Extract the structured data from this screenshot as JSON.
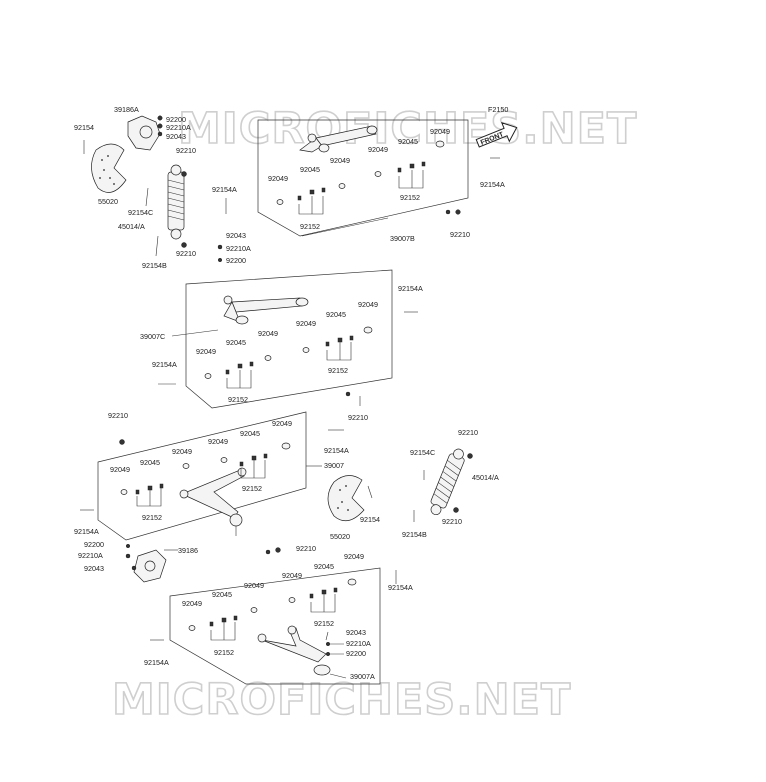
{
  "watermark": "MICROFICHES.NET",
  "figure_code": "F2150",
  "front_label": "FRONT",
  "labels": {
    "p39186A": "39186A",
    "p92200_a": "92200",
    "p92210A_a": "92210A",
    "p92043_a": "92043",
    "p92154_a": "92154",
    "p92210_a": "92210",
    "p55020_a": "55020",
    "p92154C_a": "92154C",
    "p45014A_a": "45014/A",
    "p92154B_a": "92154B",
    "p92210_b": "92210",
    "p92154A_a": "92154A",
    "p92043_b": "92043",
    "p92210A_b": "92210A",
    "p92200_b": "92200",
    "p92049_b1": "92049",
    "p92049_b2": "92049",
    "p92049_b3": "92049",
    "p92049_b4": "92049",
    "p92045_b1": "92045",
    "p92045_b2": "92045",
    "p92152_b1": "92152",
    "p92152_b2": "92152",
    "p39007B": "39007B",
    "p92210_c": "92210",
    "p92154A_b": "92154A",
    "p92154A_c": "92154A",
    "p39007C": "39007C",
    "p92049_c1": "92049",
    "p92049_c2": "92049",
    "p92049_c3": "92049",
    "p92049_c4": "92049",
    "p92045_c1": "92045",
    "p92045_c2": "92045",
    "p92152_c1": "92152",
    "p92152_c2": "92152",
    "p92154A_d": "92154A",
    "p92210_d": "92210",
    "p92210_e": "92210",
    "p92154A_e": "92154A",
    "p39007": "39007",
    "p92049_d1": "92049",
    "p92049_d2": "92049",
    "p92049_d3": "92049",
    "p92049_d4": "92049",
    "p92045_d1": "92045",
    "p92045_d2": "92045",
    "p92152_d1": "92152",
    "p92152_d2": "92152",
    "p92154A_f": "92154A",
    "p92200_c": "92200",
    "p92210A_c": "92210A",
    "p92043_c": "92043",
    "p39186": "39186",
    "p55020_b": "55020",
    "p92154_b": "92154",
    "p92154C_b": "92154C",
    "p92210_f": "92210",
    "p45014A_b": "45014/A",
    "p92154B_b": "92154B",
    "p92210_g": "92210",
    "p92210_h": "92210",
    "p92154A_g": "92154A",
    "p92049_e1": "92049",
    "p92049_e2": "92049",
    "p92049_e3": "92049",
    "p92049_e4": "92049",
    "p92045_e1": "92045",
    "p92045_e2": "92045",
    "p92152_e1": "92152",
    "p92152_e2": "92152",
    "p92043_d": "92043",
    "p92210A_d": "92210A",
    "p92200_d": "92200",
    "p92154A_h": "92154A",
    "p39007A": "39007A"
  }
}
